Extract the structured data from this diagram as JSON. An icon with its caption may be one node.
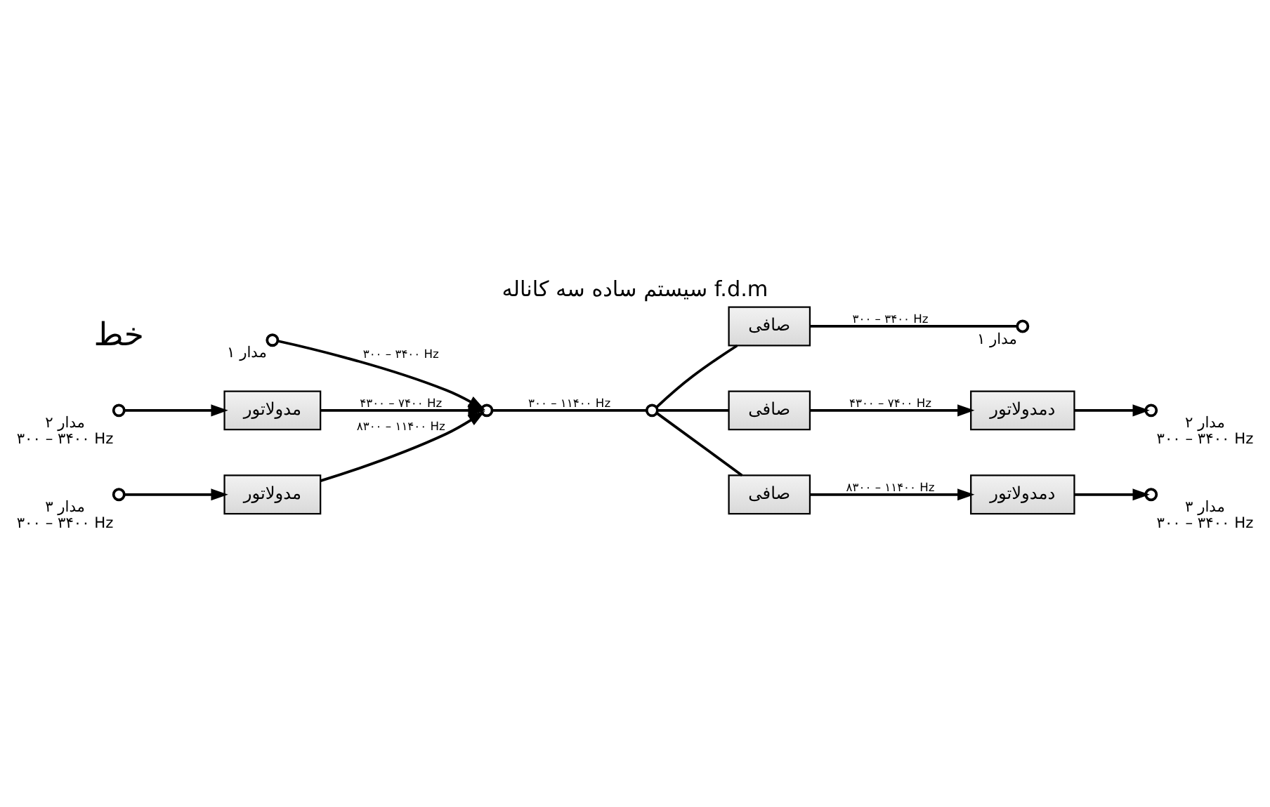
{
  "diagram": {
    "title": "سیستم ساده سه کاناله f.d.m",
    "nodes": [
      {
        "text": [],
        "shape": "circle",
        "beside": [
          "مدار ۱"
        ]
      },
      {
        "text": [],
        "shape": "circle",
        "beside": [
          "مدار ۲",
          "۳۰۰ – ۳۴۰۰ Hz"
        ]
      },
      {
        "text": [],
        "shape": "circle",
        "beside": [
          "مدار ۳",
          "۳۰۰ – ۳۴۰۰ Hz"
        ]
      },
      {
        "text": [
          "مدولاتور"
        ]
      },
      {
        "text": [
          "مدولاتور"
        ]
      },
      {
        "text": [],
        "shape": "circle"
      },
      {
        "text": [],
        "shape": "circle"
      },
      {
        "text": [
          "صافی"
        ]
      },
      {
        "text": [
          "صافی"
        ]
      },
      {
        "text": [
          "صافی"
        ]
      },
      {
        "text": [],
        "shape": "circle",
        "beside": [
          "مدار ۱"
        ]
      },
      {
        "text": [
          "دمدولاتور"
        ]
      },
      {
        "text": [],
        "shape": "circle",
        "beside": [
          "مدار ۲",
          "۳۰۰ – ۳۴۰۰ Hz"
        ]
      },
      {
        "text": [
          "دمدولاتور"
        ]
      },
      {
        "text": [],
        "shape": "circle",
        "beside": [
          "مدار ۳",
          "۳۰۰ – ۳۴۰۰ Hz"
        ]
      }
    ],
    "edges": [
      {
        "from": 0,
        "to": 5,
        "arrow": "to",
        "label": "۳۰۰ – ۳۴۰۰ Hz"
      },
      {
        "from": 1,
        "to": 3,
        "arrow": "to"
      },
      {
        "from": 3,
        "to": 5,
        "arrow": "to",
        "label": "۴۳۰۰ – ۷۴۰۰ Hz"
      },
      {
        "from": 2,
        "to": 4,
        "arrow": "to"
      },
      {
        "from": 4,
        "to": 5,
        "arrow": "to",
        "label": "۸۳۰۰ – ۱۱۴۰۰ Hz"
      },
      {
        "from": 5,
        "to": 6,
        "arrow": "none",
        "label": "۳۰۰ – ۱۱۴۰۰ Hz"
      },
      {
        "from": 6,
        "to": 7,
        "arrow": "none"
      },
      {
        "from": 6,
        "to": 8,
        "arrow": "none"
      },
      {
        "from": 6,
        "to": 9,
        "arrow": "none"
      },
      {
        "from": 7,
        "to": 10,
        "arrow": "none",
        "label": "۳۰۰ – ۳۴۰۰ Hz"
      },
      {
        "from": 8,
        "to": 11,
        "arrow": "to",
        "label": "۴۳۰۰ – ۷۴۰۰ Hz"
      },
      {
        "from": 11,
        "to": 12,
        "arrow": "to"
      },
      {
        "from": 9,
        "to": 13,
        "arrow": "to",
        "label": "۸۳۰۰ – ۱۱۴۰۰ Hz"
      },
      {
        "from": 13,
        "to": 14,
        "arrow": "to"
      }
    ],
    "labels": [
      "خط"
    ]
  }
}
